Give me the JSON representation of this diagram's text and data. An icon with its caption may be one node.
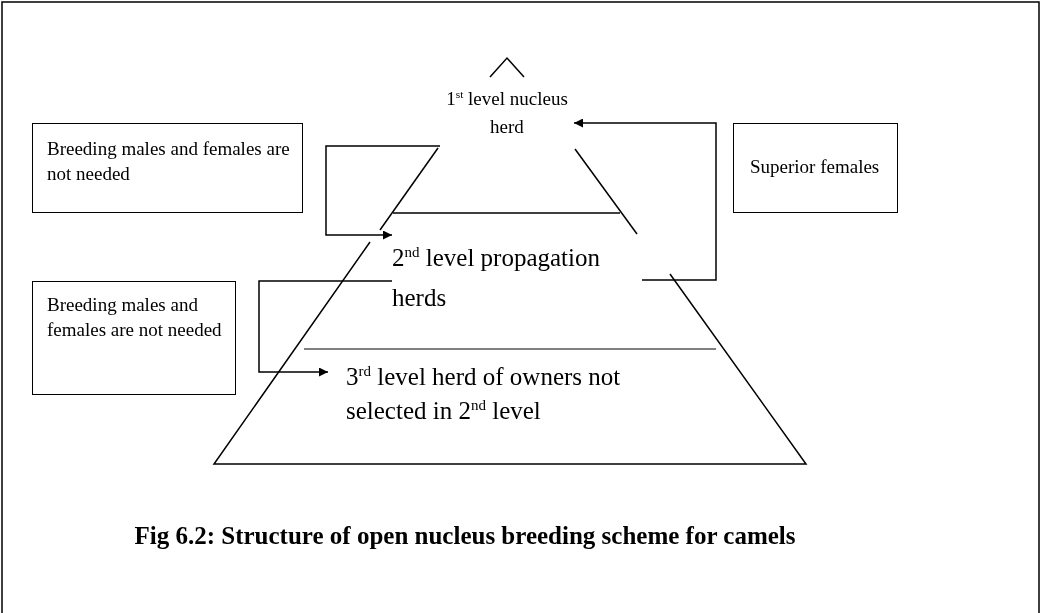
{
  "diagram": {
    "caption": "Fig 6.2: Structure of open nucleus breeding scheme for camels",
    "nodes": [
      {
        "text": [
          "1$^{st}$ level nucleus herd"
        ]
      },
      {
        "text": [
          "Breeding males and females are not needed"
        ]
      },
      {
        "text": [
          "Superior females"
        ]
      },
      {
        "text": [
          "2$^{nd}$ level propagation herds"
        ]
      },
      {
        "text": [
          "Breeding males and females are not needed"
        ]
      },
      {
        "text": [
          "3$^{rd}$ level herd of owners not selected in 2$^{nd}$ level"
        ]
      }
    ],
    "edges": [
      {
        "from": 3,
        "to": 0,
        "arrow": "to"
      },
      {
        "from": 0,
        "to": 3,
        "arrow": "to"
      },
      {
        "from": 3,
        "to": 5,
        "arrow": "to"
      }
    ]
  }
}
